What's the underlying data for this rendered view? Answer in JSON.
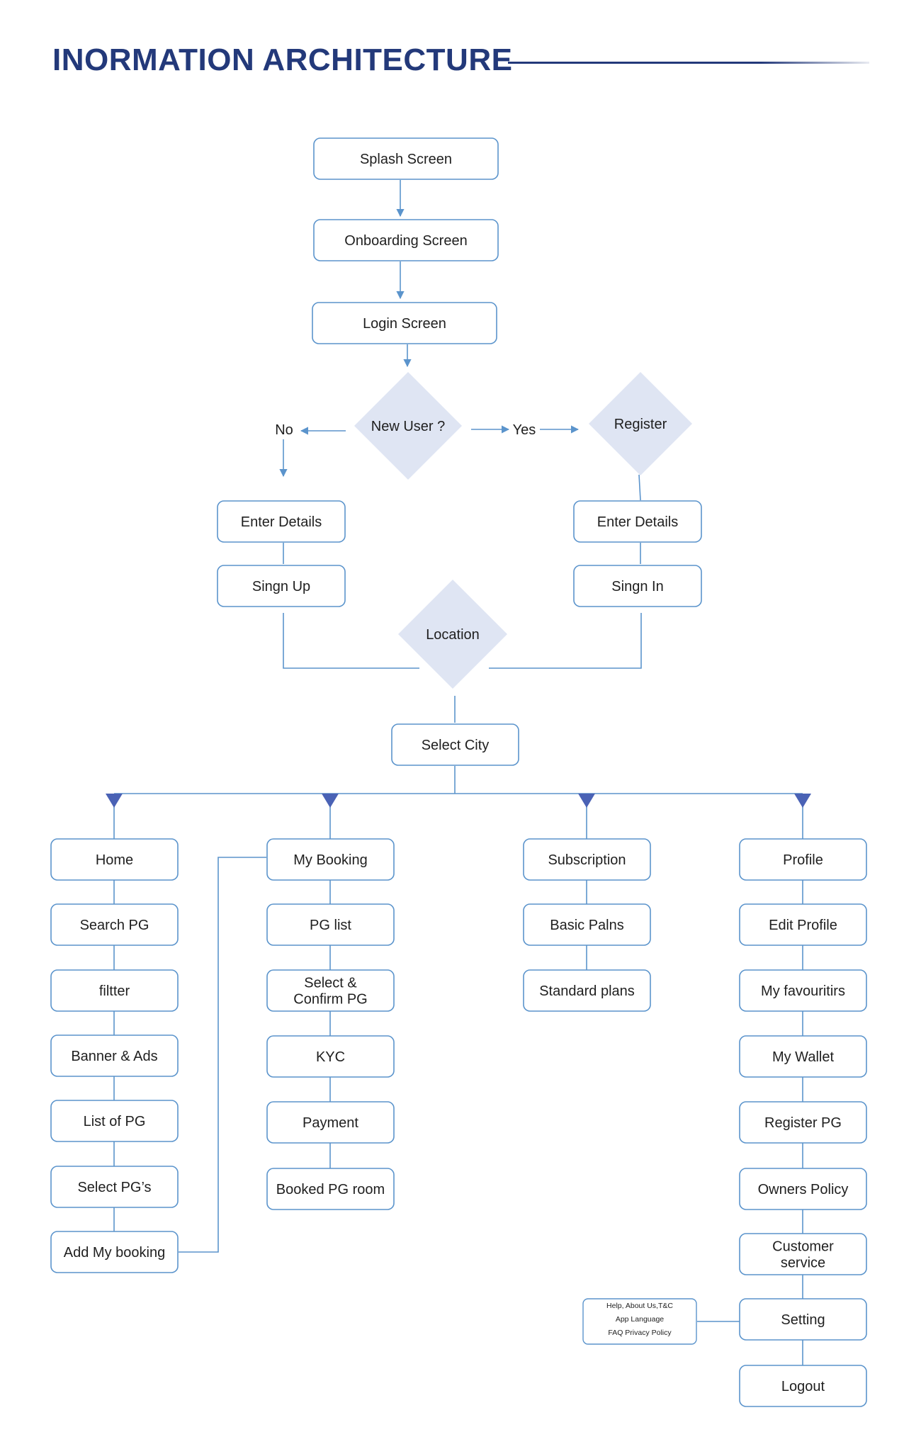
{
  "header": {
    "title": "INORMATION ARCHITECTURE"
  },
  "colors": {
    "title": "#23397a",
    "border": "#5b94cc",
    "line": "#5b94cc",
    "diamond_fill": "#dfe5f3",
    "arrow": "#4a62b5",
    "text": "#1f1f1f"
  },
  "flow": {
    "splash": "Splash Screen",
    "onboarding": "Onboarding Screen",
    "login": "Login Screen",
    "new_user": "New User ?",
    "no": "No",
    "yes": "Yes",
    "register": "Register",
    "enter_details_left": "Enter Details",
    "enter_details_right": "Enter Details",
    "sign_up": "Singn Up",
    "sign_in": "Singn In",
    "location": "Location",
    "select_city": "Select City"
  },
  "columns": {
    "home": [
      "Home",
      "Search PG",
      "filtter",
      "Banner & Ads",
      "List of PG",
      "Select PG’s",
      "Add My booking"
    ],
    "booking": [
      "My Booking",
      "PG list",
      "Select &|Confirm PG",
      "KYC",
      "Payment",
      "Booked PG room"
    ],
    "subscription": [
      "Subscription",
      "Basic Palns",
      "Standard plans"
    ],
    "profile": [
      "Profile",
      "Edit Profile",
      "My favouritirs",
      "My Wallet",
      "Register PG",
      "Owners Policy",
      "Customer|service",
      "Setting",
      "Logout"
    ]
  },
  "settings_note": [
    "Help, About Us,T&C",
    "App Language",
    "FAQ Privacy Policy"
  ]
}
